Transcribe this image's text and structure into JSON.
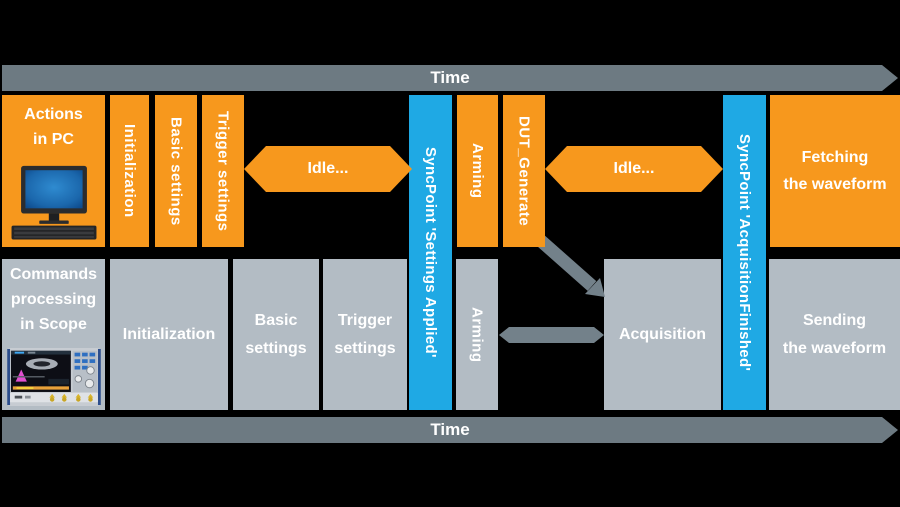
{
  "timeline": {
    "top_label": "Time",
    "bottom_label": "Time"
  },
  "pc_row": {
    "title_lines": [
      "Actions",
      "in PC"
    ],
    "initialization": "Initialization",
    "basic_settings": "Basic settings",
    "trigger_settings": "Trigger settings",
    "idle_1": "Idle...",
    "arming": "Arming",
    "dut_generate": "DUT_Generate",
    "idle_2": "Idle...",
    "fetching_lines": [
      "Fetching",
      "the waveform"
    ]
  },
  "scope_row": {
    "title_lines": [
      "Commands",
      "processing",
      "in Scope"
    ],
    "initialization": "Initialization",
    "basic_lines": [
      "Basic",
      "settings"
    ],
    "trigger_lines": [
      "Trigger",
      "settings"
    ],
    "arming": "Arming",
    "acquisition": "Acquisition",
    "sending_lines": [
      "Sending",
      "the waveform"
    ]
  },
  "sync_points": {
    "settings_applied": "SyncPoint 'Settings Applied'",
    "acquisition_finished": "SyncPoint 'AcquisitionFinished'"
  },
  "icons": {
    "pc": "desktop-pc-icon",
    "scope": "oscilloscope-icon"
  },
  "colors": {
    "orange": "#F7981D",
    "sync_blue": "#1FA9E4",
    "block_gray": "#B3BCC4",
    "timeline_gray": "#6D7A82",
    "connector_gray": "#73818A",
    "background": "#000000",
    "text": "#FFFFFF"
  }
}
